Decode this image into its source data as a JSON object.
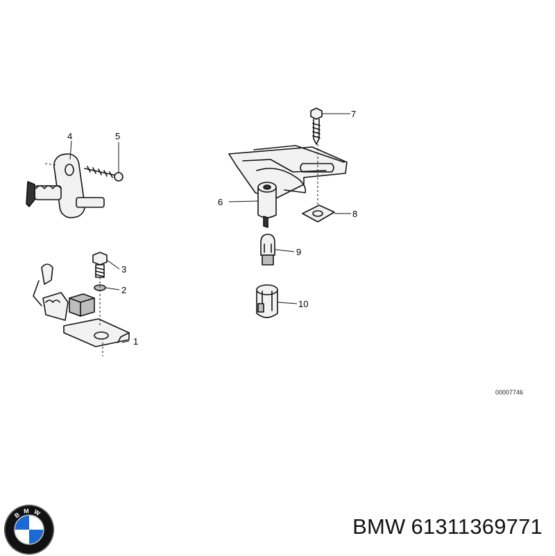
{
  "callouts": {
    "c1": "1",
    "c2": "2",
    "c3": "3",
    "c4": "4",
    "c5": "5",
    "c6": "6",
    "c7": "7",
    "c8": "8",
    "c9": "9",
    "c10": "10"
  },
  "diagram_ref": "00007746",
  "caption": {
    "brand": "BMW",
    "part_number": "61311369771"
  },
  "logo": {
    "letters": "BMW",
    "colors": {
      "blue": "#1c69d4",
      "white": "#ffffff",
      "ring": "#111111"
    }
  }
}
